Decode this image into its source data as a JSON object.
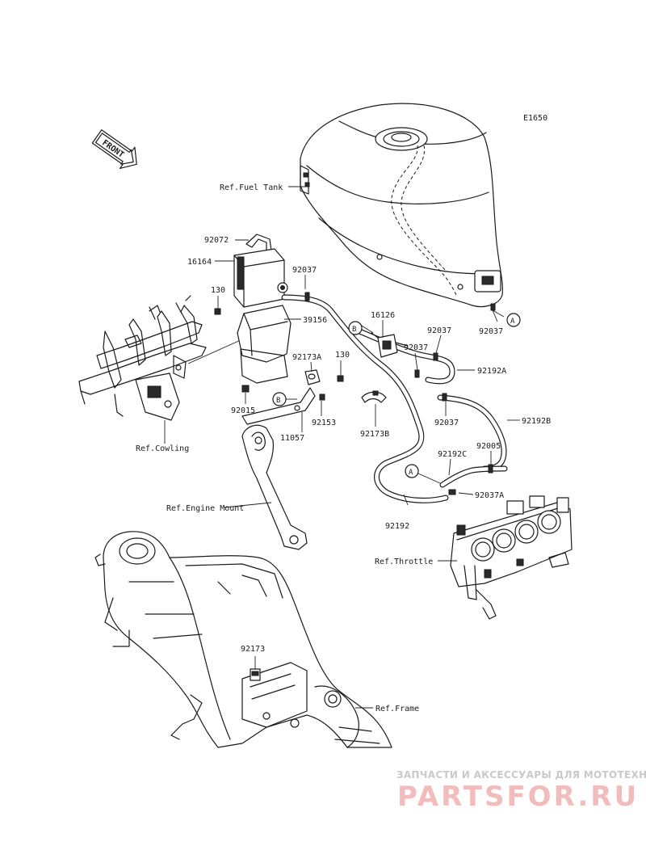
{
  "diagram_code": "E1650",
  "front_arrow_text": "FRONT",
  "labels": {
    "ref_fuel_tank": "Ref.Fuel Tank",
    "ref_cowling": "Ref.Cowling",
    "ref_engine_mount": "Ref.Engine Mount",
    "ref_throttle": "Ref.Throttle",
    "ref_frame": "Ref.Frame",
    "p92072": "92072",
    "p16164": "16164",
    "p92037_a": "92037",
    "p130_a": "130",
    "p39156": "39156",
    "p92173A": "92173A",
    "p130_b": "130",
    "p92015": "92015",
    "p92153": "92153",
    "p11057": "11057",
    "p16126": "16126",
    "p92037_b": "92037",
    "p92037_c": "92037",
    "p92037_d": "92037",
    "p92192A": "92192A",
    "p92037_e": "92037",
    "p92192B": "92192B",
    "p92173B": "92173B",
    "p92192C": "92192C",
    "p92005": "92005",
    "p92037A": "92037A",
    "p92192": "92192",
    "p92173": "92173"
  },
  "callouts": {
    "a_top": "A",
    "a_bottom": "A",
    "b_top": "B",
    "b_bottom": "B"
  },
  "watermark": {
    "tagline": "ЗАПЧАСТИ И АКСЕССУАРЫ ДЛЯ МОТОТЕХНИКИ",
    "logo": "PARTSFOR.RU"
  },
  "colors": {
    "line": "#1a1a1a",
    "watermark_text": "#c9c9c9",
    "watermark_logo": "#f2bcbc"
  }
}
